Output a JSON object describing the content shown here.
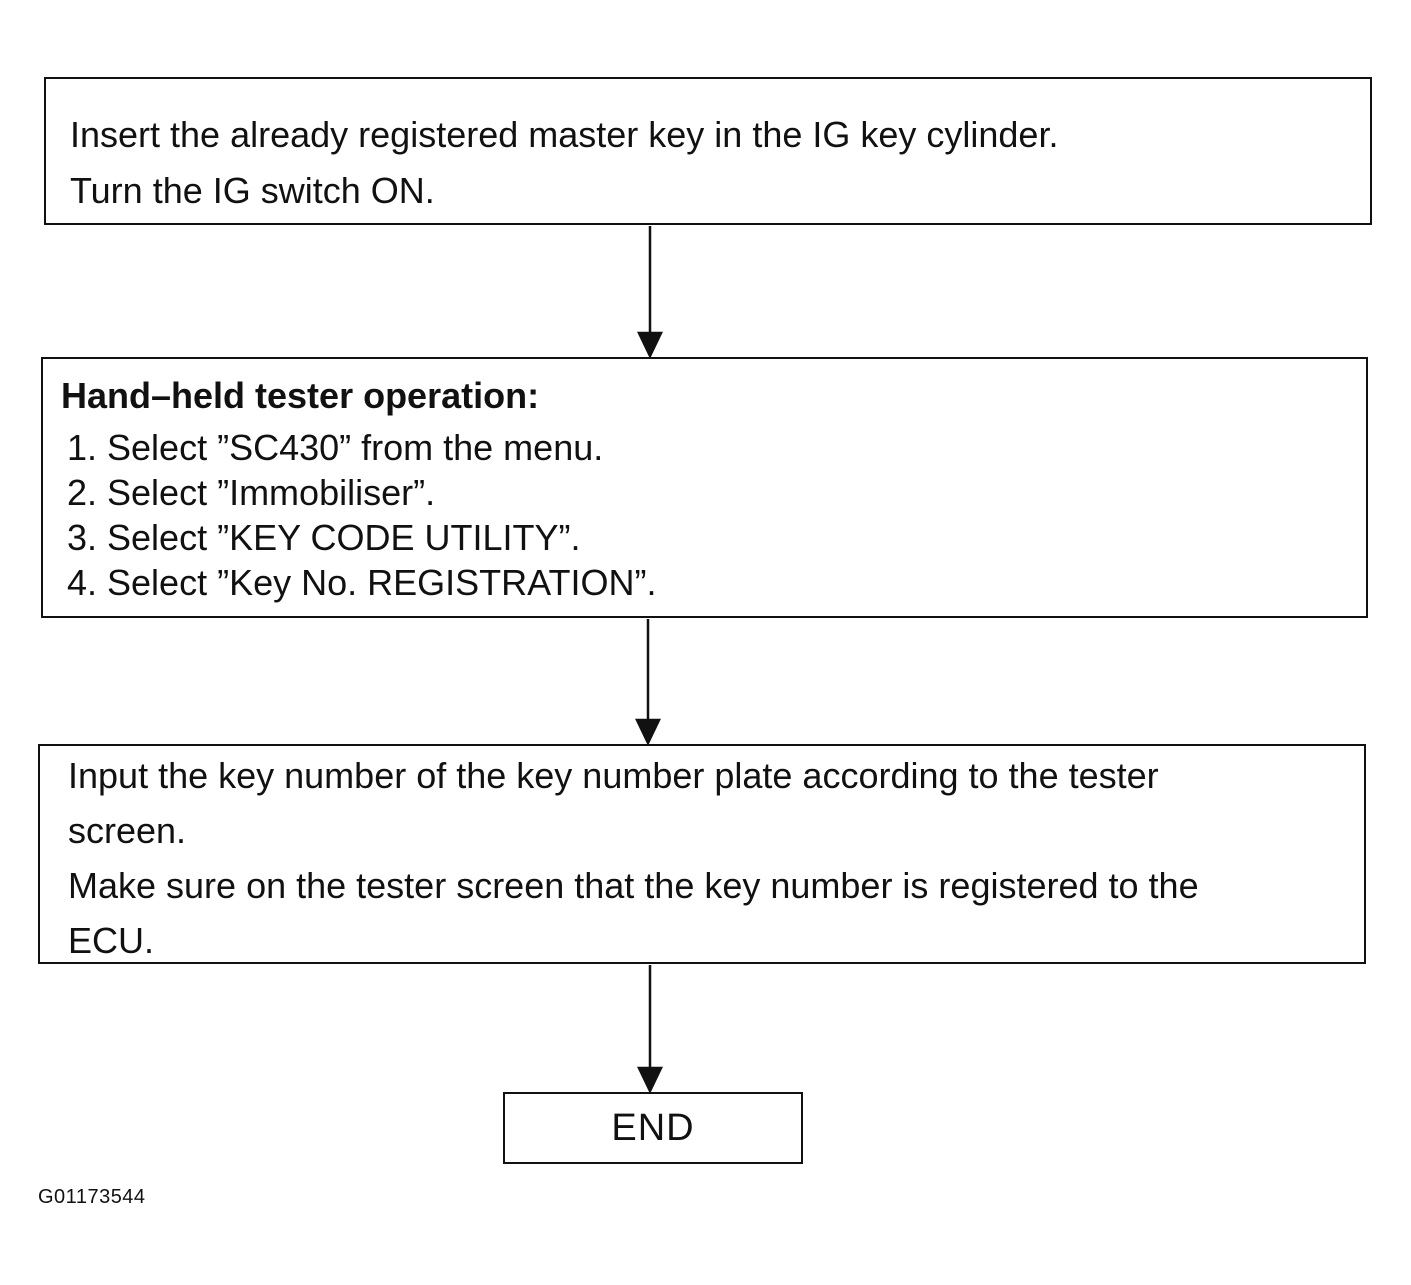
{
  "flowchart": {
    "step1": {
      "lines": [
        "Insert the already registered master key in the IG key cylinder.",
        "Turn the IG switch ON."
      ]
    },
    "step2": {
      "heading": "Hand–held tester operation:",
      "items": [
        "1. Select ”SC430” from the menu.",
        "2. Select ”Immobiliser”.",
        "3. Select ”KEY CODE UTILITY”.",
        "4. Select ”Key No. REGISTRATION”."
      ]
    },
    "step3": {
      "lines": [
        "Input the key number of the key number plate according to the tester",
        "screen.",
        "Make sure on the tester screen that the key number is registered to the",
        "ECU."
      ]
    },
    "end": {
      "label": "END"
    }
  },
  "figure_id": "G01173544",
  "colors": {
    "ink": "#111111",
    "background": "#ffffff"
  }
}
